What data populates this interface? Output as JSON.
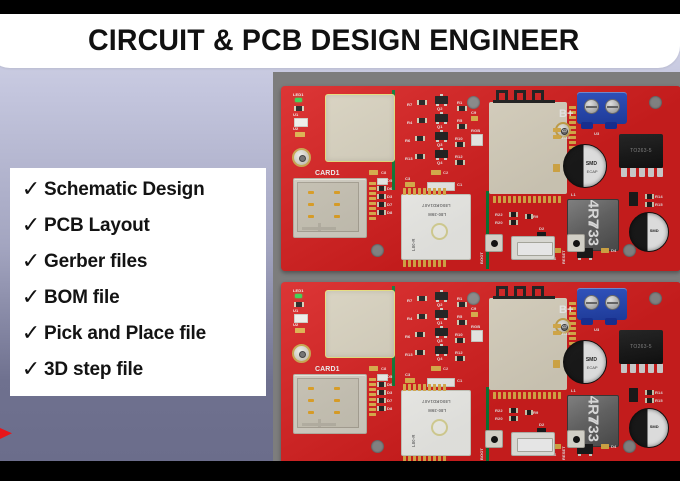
{
  "header": {
    "title": "CIRCUIT & PCB DESIGN ENGINEER"
  },
  "features": {
    "check_glyph": "✓",
    "items": [
      {
        "label": "Schematic Design"
      },
      {
        "label": "PCB Layout"
      },
      {
        "label": "Gerber files"
      },
      {
        "label": "BOM file"
      },
      {
        "label": "Pick and Place file"
      },
      {
        "label": "3D step file"
      }
    ]
  },
  "colors": {
    "pcb_red": "#d81f1f",
    "accent_red": "#e8151a",
    "panel_gray": "#7d7d7d",
    "banner_white": "#ffffff",
    "bg_top": "#d5d7ea",
    "bg_bottom": "#6b6d8b",
    "terminal_blue": "#2d53c8",
    "silk_white": "#f4f4f4",
    "pad_gold": "#e3b24b"
  },
  "boards": [
    {
      "name": "pcb-render-top",
      "silkscreen": {
        "card_slot": "CARD1",
        "battery_input": "B+",
        "regulator_ref": "U3",
        "regulator_package": "TO263-5",
        "inductor_ref": "L1",
        "inductor_code": "4R7",
        "inductor_code2": "733",
        "cap_label": "SMD",
        "cap_sub": "ECAP",
        "boot_button": "BOOT",
        "reset_button": "RESET",
        "led_ref": "LED1",
        "regulators": [
          "U1",
          "U2"
        ],
        "transistors": [
          "Q1",
          "Q2",
          "Q3",
          "Q4"
        ],
        "resistors": [
          "R1",
          "R4",
          "R5",
          "R6",
          "R7",
          "R8",
          "R9",
          "R10",
          "R11",
          "R12",
          "R13",
          "R14",
          "R15",
          "R16",
          "R20",
          "R22"
        ],
        "diodes": [
          "D1",
          "D2",
          "D3",
          "D4",
          "D5",
          "D6",
          "D7",
          "D8"
        ],
        "caps": [
          "C1",
          "C2",
          "C3",
          "C6",
          "C7",
          "C8",
          "C9"
        ],
        "ics": [
          "U5"
        ],
        "rgb": "RGB"
      },
      "gps_module": {
        "line1": "L80-R",
        "line2": "L80-39M",
        "line3": "L80GRD1A07"
      }
    },
    {
      "name": "pcb-render-bottom",
      "silkscreen": {
        "card_slot": "CARD1",
        "battery_input": "B+",
        "regulator_ref": "U3",
        "regulator_package": "TO263-5",
        "inductor_ref": "L1",
        "inductor_code": "4R7",
        "inductor_code2": "733",
        "cap_label": "SMD",
        "cap_sub": "ECAP",
        "boot_button": "BOOT",
        "reset_button": "RESET",
        "led_ref": "LED1",
        "regulators": [
          "U1",
          "U2"
        ],
        "transistors": [
          "Q1",
          "Q2",
          "Q3",
          "Q4"
        ],
        "resistors": [
          "R1",
          "R4",
          "R5",
          "R6",
          "R7",
          "R8",
          "R9",
          "R10",
          "R11",
          "R12",
          "R13",
          "R14",
          "R15",
          "R16",
          "R20",
          "R22"
        ],
        "diodes": [
          "D1",
          "D2",
          "D3",
          "D4",
          "D5",
          "D6",
          "D7",
          "D8"
        ],
        "caps": [
          "C1",
          "C2",
          "C3",
          "C6",
          "C7",
          "C8",
          "C9"
        ],
        "ics": [
          "U5"
        ],
        "rgb": "RGB"
      },
      "gps_module": {
        "line1": "L80-R",
        "line2": "L80-39M",
        "line3": "L80GRD1A07"
      }
    }
  ]
}
